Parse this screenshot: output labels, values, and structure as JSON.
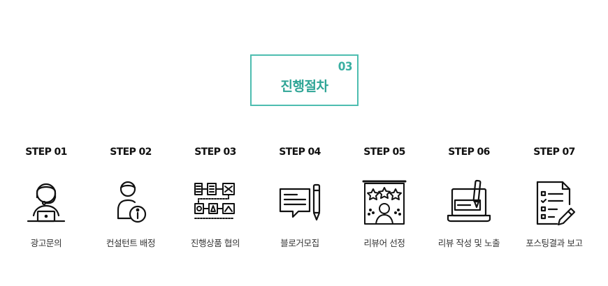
{
  "section": {
    "number": "03",
    "title": "진행절차"
  },
  "steps": [
    {
      "label": "STEP 01",
      "caption": "광고문의",
      "icon": "operator-headset-icon"
    },
    {
      "label": "STEP 02",
      "caption": "컨설턴트 배정",
      "icon": "person-info-icon"
    },
    {
      "label": "STEP 03",
      "caption": "진행상품 협의",
      "icon": "flowchart-icon"
    },
    {
      "label": "STEP 04",
      "caption": "블로거모집",
      "icon": "note-pen-icon"
    },
    {
      "label": "STEP 05",
      "caption": "리뷰어 선정",
      "icon": "star-rating-board-icon"
    },
    {
      "label": "STEP 06",
      "caption": "리뷰 작성 및 노출",
      "icon": "laptop-pen-icon"
    },
    {
      "label": "STEP 07",
      "caption": "포스팅결과 보고",
      "icon": "checklist-report-icon"
    }
  ],
  "colors": {
    "accent": "#4dbdb0",
    "text": "#222222"
  }
}
